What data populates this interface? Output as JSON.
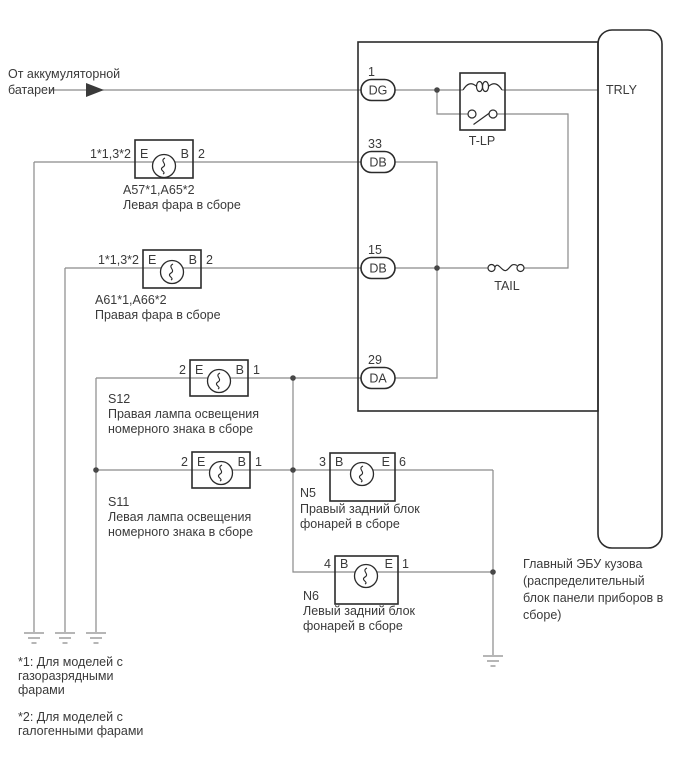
{
  "colors": {
    "wire": "#8a8a8a",
    "outline": "#2b2b2b",
    "text": "#3a3a3a"
  },
  "battery": {
    "line1": "От аккумуляторной",
    "line2": "батареи"
  },
  "connectors": [
    {
      "pin": "1",
      "code": "DG"
    },
    {
      "pin": "33",
      "code": "DB"
    },
    {
      "pin": "15",
      "code": "DB"
    },
    {
      "pin": "29",
      "code": "DA"
    }
  ],
  "relay": {
    "name": "T-LP"
  },
  "fuse": {
    "name": "TAIL"
  },
  "ecu": {
    "pin": "TRLY",
    "name_lines": [
      "Главный ЭБУ кузова",
      "(распределительный",
      "блок панели приборов в",
      "сборе)"
    ]
  },
  "lamps": [
    {
      "pin_left": "1*1,3*2",
      "term_left": "E",
      "term_right": "B",
      "pin_right": "2",
      "name_lines": [
        "A57*1,A65*2",
        "Левая фара в сборе",
        ""
      ]
    },
    {
      "pin_left": "1*1,3*2",
      "term_left": "E",
      "term_right": "B",
      "pin_right": "2",
      "name_lines": [
        "A61*1,A66*2",
        "Правая фара в сборе",
        ""
      ]
    },
    {
      "pin_left": "2",
      "term_left": "E",
      "term_right": "B",
      "pin_right": "1",
      "name_lines": [
        "S12",
        "Правая лампа освещения",
        "номерного знака в сборе"
      ]
    },
    {
      "pin_left": "2",
      "term_left": "E",
      "term_right": "B",
      "pin_right": "1",
      "name_lines": [
        "S11",
        "Левая лампа освещения",
        "номерного знака в сборе"
      ]
    },
    {
      "pin_left": "3",
      "term_left": "B",
      "term_right": "E",
      "pin_right": "6",
      "name_lines": [
        "N5",
        "Правый задний блок",
        "фонарей в сборе"
      ]
    },
    {
      "pin_left": "4",
      "term_left": "B",
      "term_right": "E",
      "pin_right": "1",
      "name_lines": [
        "N6",
        "Левый задний блок",
        "фонарей в сборе"
      ]
    }
  ],
  "notes": [
    {
      "lines": [
        "*1: Для моделей с",
        "газоразрядными",
        "фарами"
      ]
    },
    {
      "lines": [
        "*2: Для моделей с",
        "галогенными фарами"
      ]
    }
  ]
}
